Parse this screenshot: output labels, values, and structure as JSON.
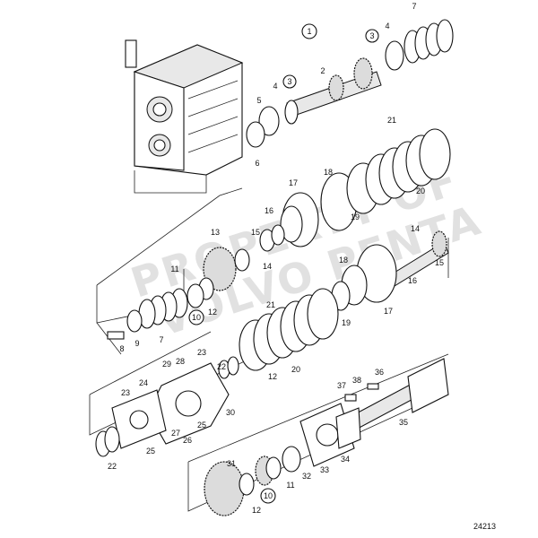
{
  "reference_number": "24213",
  "watermark": {
    "line1": "PROPERTY OF",
    "line2": "VOLVO PENTA"
  },
  "circled_labels": [
    "1",
    "3",
    "3",
    "10",
    "10"
  ],
  "part_labels": [
    "2",
    "4",
    "4",
    "5",
    "6",
    "7",
    "7",
    "8",
    "9",
    "11",
    "11",
    "12",
    "12",
    "12",
    "13",
    "14",
    "14",
    "15",
    "15",
    "16",
    "16",
    "17",
    "17",
    "18",
    "18",
    "19",
    "19",
    "20",
    "20",
    "21",
    "21",
    "22",
    "22",
    "23",
    "23",
    "24",
    "25",
    "25",
    "26",
    "27",
    "28",
    "29",
    "30",
    "31",
    "32",
    "33",
    "34",
    "35",
    "36",
    "37",
    "38"
  ]
}
